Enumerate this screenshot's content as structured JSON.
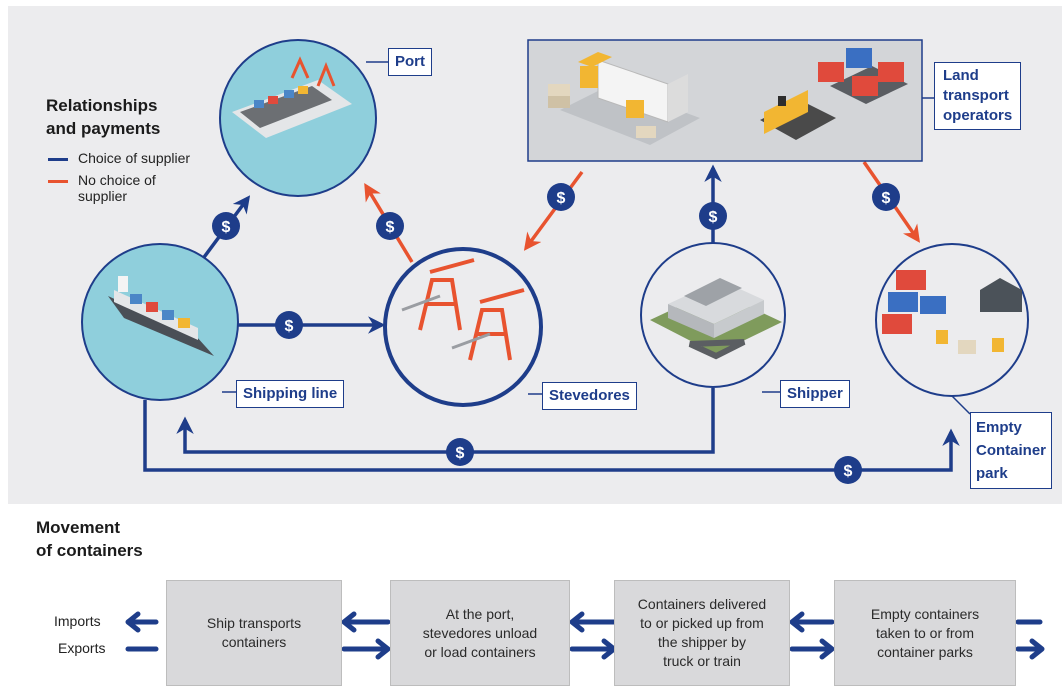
{
  "legend": {
    "title_line1": "Relationships",
    "title_line2": "and payments",
    "choice_label": "Choice of supplier",
    "nochoice_line1": "No choice of",
    "nochoice_line2": "supplier",
    "choice_color": "#1e3d8a",
    "nochoice_color": "#e8532f"
  },
  "nodes": {
    "port": "Port",
    "land_line1": "Land",
    "land_line2": "transport",
    "land_line3": "operators",
    "shipping_line": "Shipping line",
    "stevedores": "Stevedores",
    "shipper": "Shipper",
    "empty_line1": "Empty",
    "empty_line2": "Container",
    "empty_line3": "park"
  },
  "payment_symbol": "$",
  "movement": {
    "title_line1": "Movement",
    "title_line2": "of containers",
    "imports": "Imports",
    "exports": "Exports",
    "steps": [
      {
        "line1": "Ship transports",
        "line2": "containers",
        "line3": ""
      },
      {
        "line1": "At the port,",
        "line2": "stevedores unload",
        "line3": "or load containers"
      },
      {
        "line1": "Containers delivered",
        "line2": "to or picked up from",
        "line3": "the shipper by",
        "line4": "truck or train"
      },
      {
        "line1": "Empty containers",
        "line2": "taken to or from",
        "line3": "container parks"
      }
    ]
  },
  "colors": {
    "navy": "#1e3d8a",
    "orange": "#e8532f",
    "panel": "#ececee",
    "teal": "#8fcfdc"
  }
}
